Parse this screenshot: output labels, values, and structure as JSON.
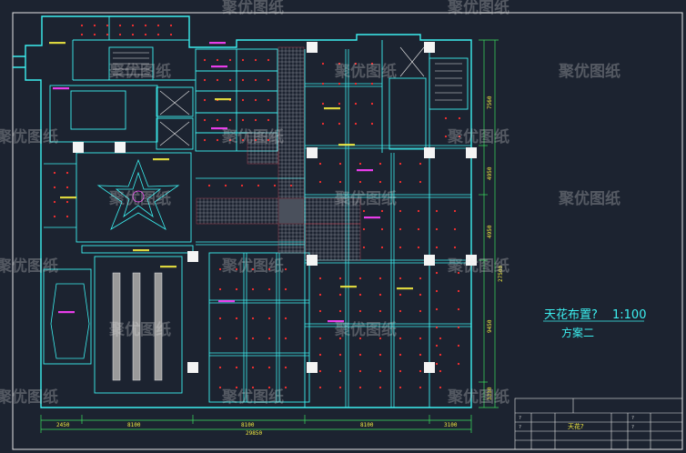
{
  "drawing": {
    "title": "天花布置?",
    "scale": "1:100",
    "scheme": "方案二"
  },
  "dimensions": {
    "bottom": [
      "2450",
      "8100",
      "8100",
      "8100",
      "3100"
    ],
    "bottom_total": "29850",
    "right": [
      "7560",
      "4950",
      "4950",
      "9450",
      "3330"
    ],
    "right_total": "27500"
  },
  "title_block": {
    "project_name": "天花?",
    "cells": [
      "?",
      "?",
      "?",
      "?"
    ]
  },
  "watermark": {
    "text": "聚优图纸"
  },
  "colors": {
    "background": "#1c2330",
    "wall": "#3cf0f0",
    "lamp": "#ff3030",
    "label": "#ff40ff",
    "dimension": "#f2ea40",
    "frame": "#e6e6e6",
    "column": "#ffffff",
    "grid": "#ff5060"
  }
}
